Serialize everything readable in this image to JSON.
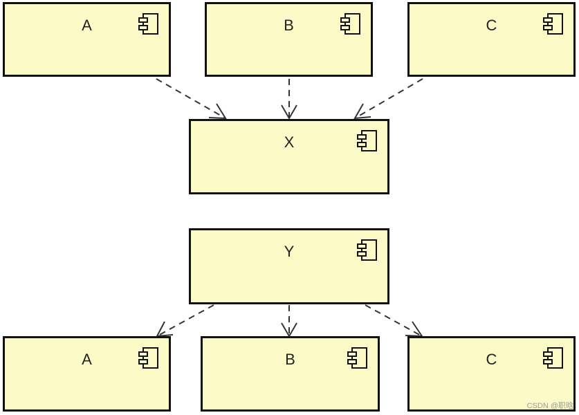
{
  "colors": {
    "box_fill": "#fcfbc7",
    "border": "#111111",
    "arrow": "#333333"
  },
  "top_group": {
    "sources": [
      {
        "label": "A",
        "icon": "component-icon"
      },
      {
        "label": "B",
        "icon": "component-icon"
      },
      {
        "label": "C",
        "icon": "component-icon"
      }
    ],
    "target": {
      "label": "X",
      "icon": "component-icon"
    },
    "relation": "dependency"
  },
  "bottom_group": {
    "source": {
      "label": "Y",
      "icon": "component-icon"
    },
    "targets": [
      {
        "label": "A",
        "icon": "component-icon"
      },
      {
        "label": "B",
        "icon": "component-icon"
      },
      {
        "label": "C",
        "icon": "component-icon"
      }
    ],
    "relation": "dependency"
  },
  "watermark": "CSDN @职晗"
}
